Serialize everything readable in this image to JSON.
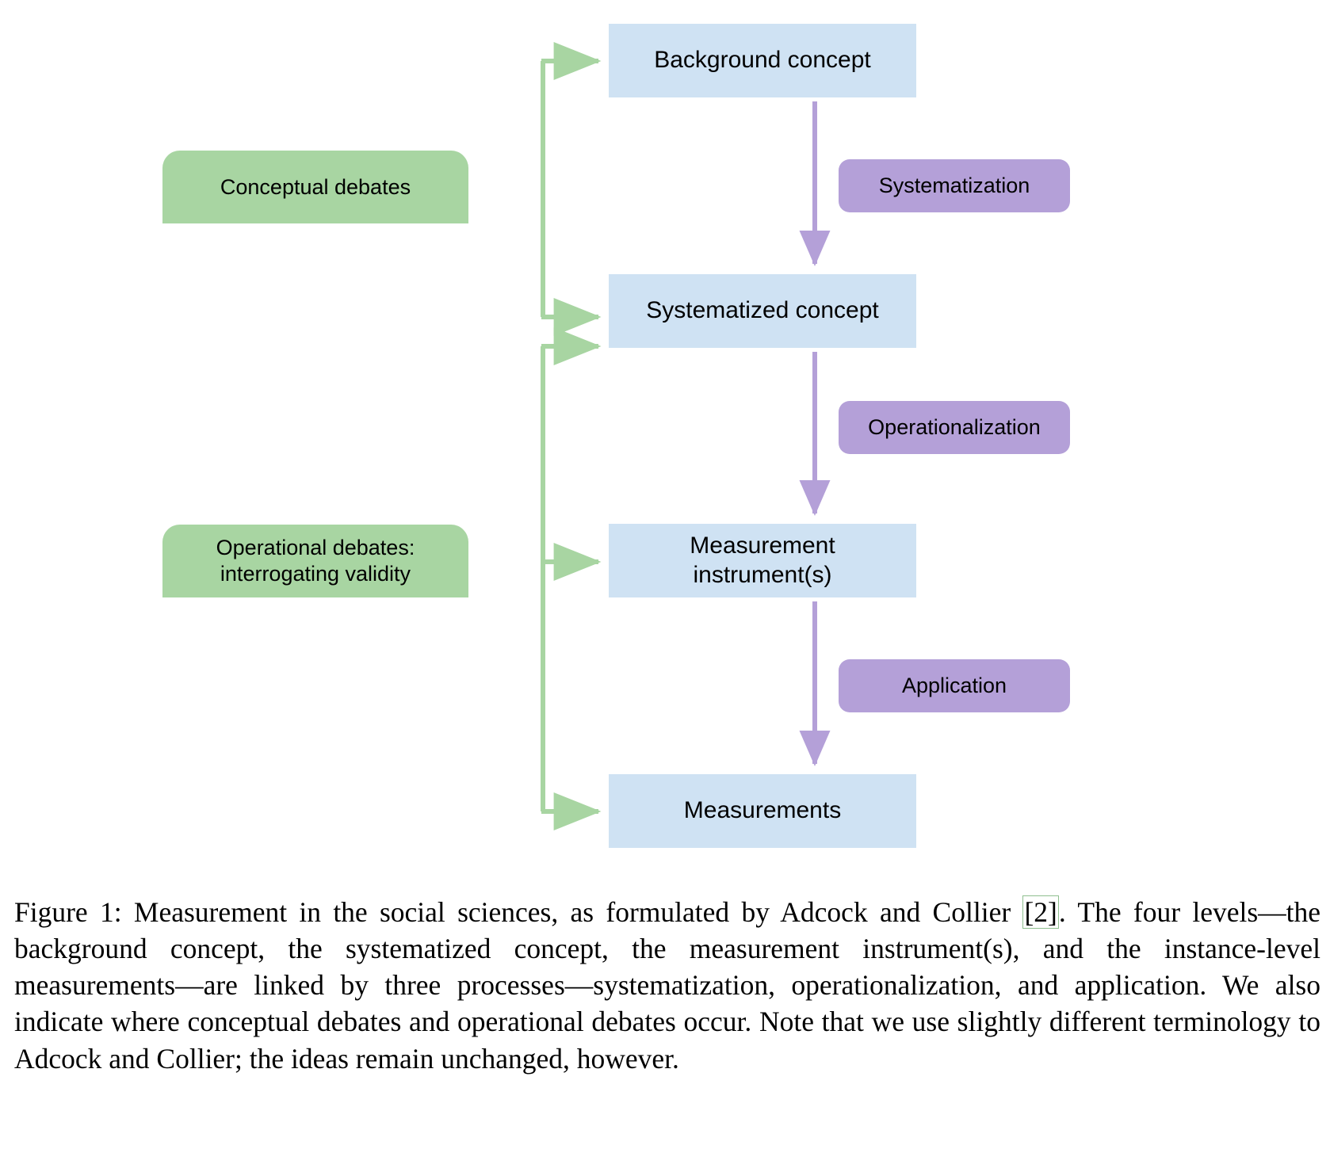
{
  "figure": {
    "type": "flow-diagram",
    "title": "Measurement in the social sciences (Adcock and Collier framework)",
    "colors": {
      "level_box": "#cfe2f3",
      "debate_box": "#a8d5a2",
      "process_box": "#b4a0d8",
      "process_arrow": "#b4a0d8",
      "debate_arrow": "#a8d5a2",
      "background": "#ffffff",
      "text": "#000000"
    },
    "levels": [
      {
        "id": "background-concept",
        "label": "Background concept"
      },
      {
        "id": "systematized-concept",
        "label": "Systematized concept"
      },
      {
        "id": "measurement-instrument",
        "label": "Measurement\ninstrument(s)"
      },
      {
        "id": "measurements",
        "label": "Measurements"
      }
    ],
    "processes": [
      {
        "id": "systematization",
        "label": "Systematization",
        "from": "background-concept",
        "to": "systematized-concept"
      },
      {
        "id": "operationalization",
        "label": "Operationalization",
        "from": "systematized-concept",
        "to": "measurement-instrument"
      },
      {
        "id": "application",
        "label": "Application",
        "from": "measurement-instrument",
        "to": "measurements"
      }
    ],
    "debates": [
      {
        "id": "conceptual-debates",
        "label": "Conceptual debates",
        "targets": [
          "background-concept",
          "systematized-concept"
        ]
      },
      {
        "id": "operational-debates",
        "label": "Operational debates:\ninterrogating validity",
        "targets": [
          "systematized-concept",
          "measurement-instrument",
          "measurements"
        ]
      }
    ]
  },
  "caption": {
    "prefix": "Figure 1: Measurement in the social sciences, as formulated by Adcock and Collier ",
    "citation": "[2]",
    "suffix": ". The four levels—the background concept, the systematized concept, the measurement instrument(s), and the instance-level measurements—are linked by three processes—systematization, operationalization, and application. We also indicate where conceptual debates and operational debates occur. Note that we use slightly different terminology to Adcock and Collier; the ideas remain unchanged, however."
  }
}
